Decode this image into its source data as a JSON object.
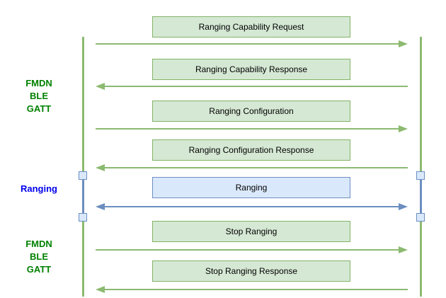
{
  "diagram": {
    "kind": "sequence-diagram",
    "phases": [
      {
        "id": "fmdn-ble-gatt-top",
        "lines": [
          "FMDN",
          "BLE",
          "GATT"
        ],
        "style": "green"
      },
      {
        "id": "ranging",
        "lines": [
          "Ranging"
        ],
        "style": "blue"
      },
      {
        "id": "fmdn-ble-gatt-bottom",
        "lines": [
          "FMDN",
          "BLE",
          "GATT"
        ],
        "style": "green"
      }
    ],
    "messages": [
      {
        "label": "Ranging Capability Request",
        "direction": "right",
        "style": "green"
      },
      {
        "label": "Ranging Capability Response",
        "direction": "left",
        "style": "green"
      },
      {
        "label": "Ranging Configuration",
        "direction": "right",
        "style": "green"
      },
      {
        "label": "Ranging Configuration Response",
        "direction": "left",
        "style": "green"
      },
      {
        "label": "Ranging",
        "direction": "both",
        "style": "blue"
      },
      {
        "label": "Stop Ranging",
        "direction": "right",
        "style": "green"
      },
      {
        "label": "Stop Ranging Response",
        "direction": "left",
        "style": "green"
      }
    ],
    "colors": {
      "background": "#ffffff",
      "box_green_fill": "#d5e8d4",
      "box_green_stroke": "#82b366",
      "box_blue_fill": "#dae8fc",
      "box_blue_stroke": "#6c8ebf",
      "line_green": "#8cba70",
      "line_blue": "#6c8ebf",
      "activation_fill": "#dae8fc",
      "activation_stroke": "#6c8ebf",
      "phase_label_green": "#008000",
      "phase_label_blue": "#0000ee",
      "box_text": "#000000"
    }
  }
}
